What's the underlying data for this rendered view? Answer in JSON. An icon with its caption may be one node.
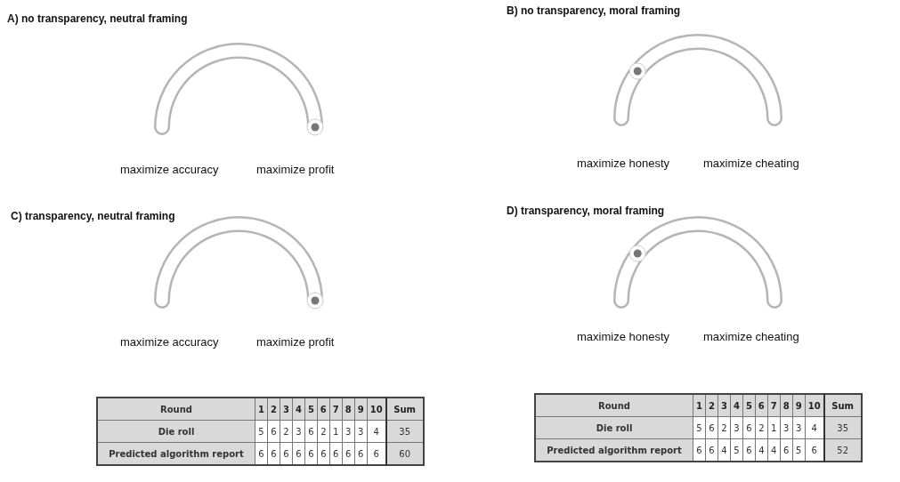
{
  "diagram": {
    "labels": [
      "A) no transparency, neutral framing",
      "B) no transparency, moral framing",
      "maximize accuracy",
      "maximize profit",
      "maximize honesty",
      "maximize cheating",
      "C) transparency, neutral framing",
      "D) transparency, moral framing",
      "maximize accuracy",
      "maximize profit",
      "maximize honesty",
      "maximize cheating",
      "Round",
      "1",
      "2",
      "3",
      "4",
      "5",
      "6",
      "7",
      "8",
      "9",
      "10",
      "Sum",
      "Die roll",
      "5",
      "6",
      "2",
      "3",
      "6",
      "2",
      "1",
      "3",
      "3",
      "4",
      "35",
      "Predicted algorithm report",
      "6",
      "6",
      "6",
      "6",
      "6",
      "6",
      "6",
      "6",
      "6",
      "6",
      "60",
      "Round",
      "1",
      "2",
      "3",
      "4",
      "5",
      "6",
      "7",
      "8",
      "9",
      "10",
      "Sum",
      "Die roll",
      "5",
      "6",
      "2",
      "3",
      "6",
      "2",
      "1",
      "3",
      "3",
      "4",
      "35",
      "Predicted algorithm report",
      "6",
      "6",
      "4",
      "5",
      "6",
      "4",
      "4",
      "6",
      "5",
      "6",
      "52"
    ]
  }
}
